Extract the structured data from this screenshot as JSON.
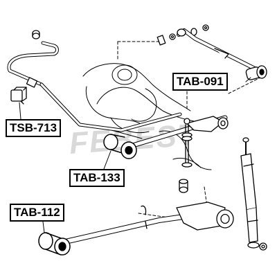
{
  "labels": {
    "tab091": "TAB-091",
    "tsb713": "TSB-713",
    "tab133": "TAB-133",
    "tab112": "TAB-112"
  },
  "watermark": "FEBEST",
  "colors": {
    "ink": "#000000",
    "body_fill": "#ffffff",
    "watermark": "#d9d9d9"
  }
}
